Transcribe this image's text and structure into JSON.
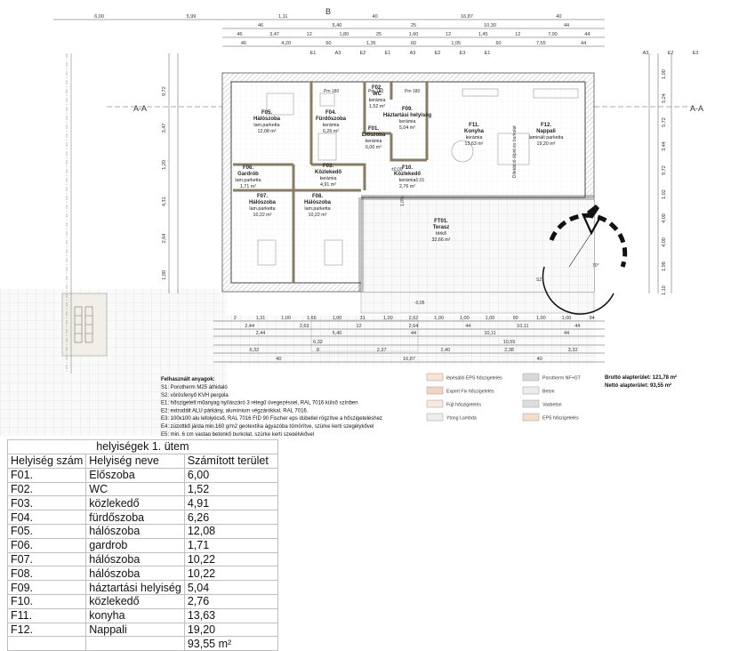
{
  "plan": {
    "section_left": "A-A",
    "section_right": "A-A",
    "section_top": "B",
    "top_dims_row1": [
      "6,00",
      "5,99",
      "1,11",
      "40",
      "16,87",
      "40"
    ],
    "top_dims_row2": [
      "46",
      "5,40",
      "25",
      "10,30",
      "44"
    ],
    "top_dims_row3": [
      "46",
      "3,47",
      "12",
      "1,80",
      "25",
      "1,60",
      "12",
      "1,45",
      "12",
      "7,00",
      "44"
    ],
    "top_dims_row4": [
      "46",
      "4,20",
      "60",
      "1,35",
      "60",
      "1,05",
      "60",
      "7,55",
      "44"
    ],
    "bottom_dims_row1": [
      "2",
      "1,31",
      "1,00",
      "1,66",
      "1,00",
      "31",
      "1,00",
      "2,62",
      "1,00",
      "1,00",
      "1,00",
      "90",
      "1,00",
      "1,00",
      "94"
    ],
    "bottom_dims_row2": [
      "2,44",
      "2,63",
      "12",
      "2,64",
      "44",
      "10,11",
      "44"
    ],
    "bottom_dims_row3": [
      "2,44",
      "5,40",
      "44",
      "10,11",
      "44"
    ],
    "bottom_dims_row4": [
      "6,32",
      "10,55"
    ],
    "bottom_dims_row5": [
      "6,32",
      "8",
      "2,37",
      "2,40",
      "2,38",
      "3,32"
    ],
    "bottom_dims_row6": [
      "40",
      "16,87",
      "40"
    ],
    "left_dims": [
      "9,72",
      "3,47",
      "1,20",
      "4,31",
      "2,64",
      "1,00"
    ],
    "right_dims": [
      "1,00",
      "5,24",
      "5,72",
      "3,44",
      "9,72",
      "1,02",
      "4,00",
      "4,00",
      "1,98",
      "1,10"
    ],
    "rooms": [
      {
        "code": "F05.",
        "name": "Hálószoba",
        "floor": "lam.parketta",
        "area": "12,08 m²"
      },
      {
        "code": "F04.",
        "name": "Fürdőszoba",
        "floor": "kerámia",
        "area": "6,26 m²"
      },
      {
        "code": "F02.",
        "name": "WC",
        "floor": "kerámia",
        "area": "1,52 m²"
      },
      {
        "code": "F09.",
        "name": "Háztartási helyiség",
        "floor": "kerámia",
        "area": "5,04 m²"
      },
      {
        "code": "F01.",
        "name": "Előszoba",
        "floor": "kerámia",
        "area": "6,00 m²"
      },
      {
        "code": "F11.",
        "name": "Konyha",
        "floor": "kerámia",
        "area": "13,63 m²"
      },
      {
        "code": "F12.",
        "name": "Nappali",
        "floor": "laminált parketta",
        "area": "19,20 m²"
      },
      {
        "code": "F06.",
        "name": "Gardrób",
        "floor": "lam.parketta",
        "area": "1,71 m²"
      },
      {
        "code": "F03.",
        "name": "Közlekedő",
        "floor": "kerámia",
        "area": "4,91 m²"
      },
      {
        "code": "F10.",
        "name": "Közlekedő",
        "floor": "kerámia",
        "area": "2,76 m²"
      },
      {
        "code": "F07.",
        "name": "Hálószoba",
        "floor": "lam.parketta",
        "area": "10,22 m²"
      },
      {
        "code": "F08.",
        "name": "Hálószoba",
        "floor": "lam.parketta",
        "area": "10,22 m²"
      },
      {
        "code": "FT01.",
        "name": "Terasz",
        "floor": "térkő",
        "area": "32,66 m²"
      }
    ],
    "labels": {
      "pm180_1": "Pm 180",
      "pm180_2": "Pm 180",
      "pm180_3": "Pm 180",
      "level_0": "±0,00",
      "level_m001": "-0,01",
      "level_m005": "-0,05",
      "slope": "1,0%",
      "dieletto": "Diletátció\nálpnt és burkolat",
      "angle": "70°",
      "s2": "S2"
    },
    "window_tags": [
      "E1",
      "A3",
      "E2",
      "E1",
      "A3",
      "E2",
      "E3",
      "E1",
      "A3",
      "E2",
      "E3"
    ],
    "legend_title": "Felhasznált anyagok:",
    "legend_lines": [
      "S1: Porotherm M25 áthidaló",
      "S2: vörösfenyő KVH pergola",
      "E1: hőszigetelt műanyag nyílászáró 3 rétegű üvegezéssel, RAL 7016 külső színben",
      "E2: extrudált ALU párkány, alumínium végzárókkal, RAL 7016.",
      "E3: 100x100 alu lefolyócső, RAL 7016 FID 90 Fischer eps dübellel rögzítve a hőszigeteléshez",
      "E4: zúzottkő járda min.160 g/m2 geotextília ágyazóba tömörítve, szürke kerti szegélykővel",
      "E5: min. 6 cm vastag betonkő burkolat, szürke kerti szegélykővel"
    ],
    "material_keys": [
      "lépésálló EPS hőszigetelés",
      "Expert Fix hőszigetelés",
      "Fújt hőszigetelés",
      "Ytong Lambda",
      "Porotherm NF+GT",
      "Beton",
      "Vasbeton",
      "EPS hőszigetelés"
    ],
    "area_gross": "Bruttó alapterület: 121,78  m²",
    "area_net": "Nettó alapterület: 93,55 m²"
  },
  "table": {
    "title": "helyiségek 1. ütem",
    "headers": [
      "Helyiség szám",
      "Helyiség neve",
      "Számított terület"
    ],
    "rows": [
      [
        "F01.",
        "Előszoba",
        "6,00"
      ],
      [
        "F02.",
        "WC",
        "1,52"
      ],
      [
        "F03.",
        "közlekedő",
        "4,91"
      ],
      [
        "F04.",
        "fürdőszoba",
        "6,26"
      ],
      [
        "F05.",
        "hálószoba",
        "12,08"
      ],
      [
        "F06.",
        "gardrob",
        "1,71"
      ],
      [
        "F07.",
        "hálószoba",
        "10,22"
      ],
      [
        "F08.",
        "hálószoba",
        "10,22"
      ],
      [
        "F09.",
        "háztartási helyiség",
        "5,04"
      ],
      [
        "F10.",
        "közlekedő",
        "2,76"
      ],
      [
        "F11.",
        "konyha",
        "13,63"
      ],
      [
        "F12.",
        "Nappali",
        "19,20"
      ]
    ],
    "total": "93,55 m²"
  }
}
